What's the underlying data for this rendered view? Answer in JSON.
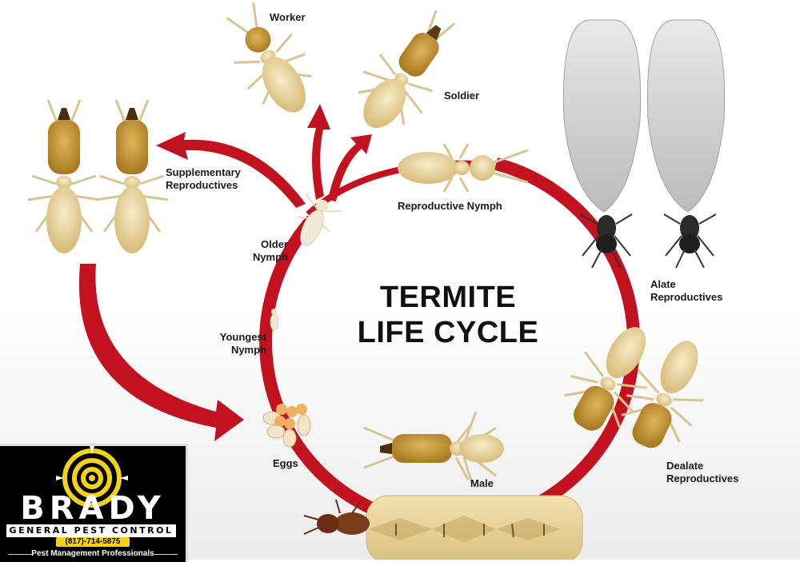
{
  "diagram": {
    "title_line1": "TERMITE",
    "title_line2": "LIFE CYCLE",
    "colors": {
      "cycle_ring": "#c2121f",
      "termite_body": "#e9d6a0",
      "termite_head": "#c9952e",
      "alate_wings": "#d8d8d8",
      "alate_body": "#2a2a2a",
      "background": "#ffffff"
    },
    "stages": [
      {
        "id": "eggs",
        "label": "Eggs"
      },
      {
        "id": "youngest-nymph",
        "label_line1": "Youngest",
        "label_line2": "Nymph"
      },
      {
        "id": "older-nymph",
        "label_line1": "Older",
        "label_line2": "Nymph"
      },
      {
        "id": "worker",
        "label": "Worker"
      },
      {
        "id": "soldier",
        "label": "Soldier"
      },
      {
        "id": "supplementary-reproductives",
        "label_line1": "Supplementary",
        "label_line2": "Reproductives"
      },
      {
        "id": "reproductive-nymph",
        "label": "Reproductive Nymph"
      },
      {
        "id": "alate-reproductives",
        "label_line1": "Alate",
        "label_line2": "Reproductives"
      },
      {
        "id": "dealate-reproductives",
        "label_line1": "Dealate",
        "label_line2": "Reproductives"
      },
      {
        "id": "male",
        "label": "Male"
      }
    ]
  },
  "logo": {
    "brand": "BRADY",
    "subtitle": "GENERAL PEST CONTROL",
    "phone": "(817)-714-5875",
    "tagline": "Pest Management Professionals",
    "colors": {
      "accent": "#f3d31a",
      "background": "#000000",
      "text": "#ffffff"
    }
  }
}
